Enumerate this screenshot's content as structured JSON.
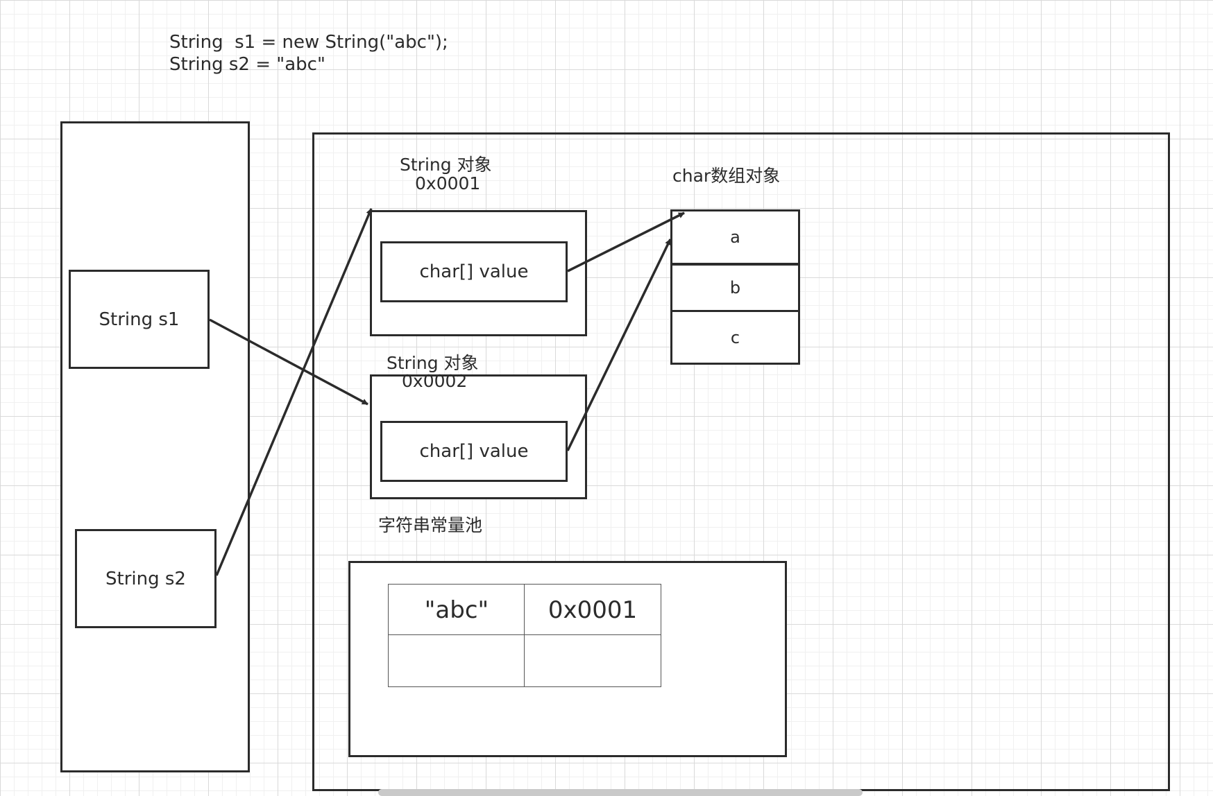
{
  "code": {
    "line1": "String  s1 = new String(\"abc\");",
    "line2": "String s2 = \"abc\""
  },
  "stack": {
    "s1_label": "String s1",
    "s2_label": "String s2"
  },
  "heap": {
    "string_object_1": {
      "title": "String 对象",
      "address": "0x0001",
      "field": "char[]  value"
    },
    "string_object_2": {
      "title": "String 对象",
      "address": "0x0002",
      "field": "char[]  value"
    },
    "char_array": {
      "title": "char数组对象",
      "elements": [
        "a",
        "b",
        "c"
      ]
    },
    "string_pool": {
      "title": "字符串常量池",
      "rows": [
        [
          "\"abc\"",
          "0x0001"
        ],
        [
          "",
          ""
        ]
      ]
    }
  },
  "colors": {
    "stroke": "#2b2b2b",
    "grid_major": "#d9d9d9",
    "grid_minor": "#f0f0f0",
    "scrollbar": "#c9c9c9"
  }
}
